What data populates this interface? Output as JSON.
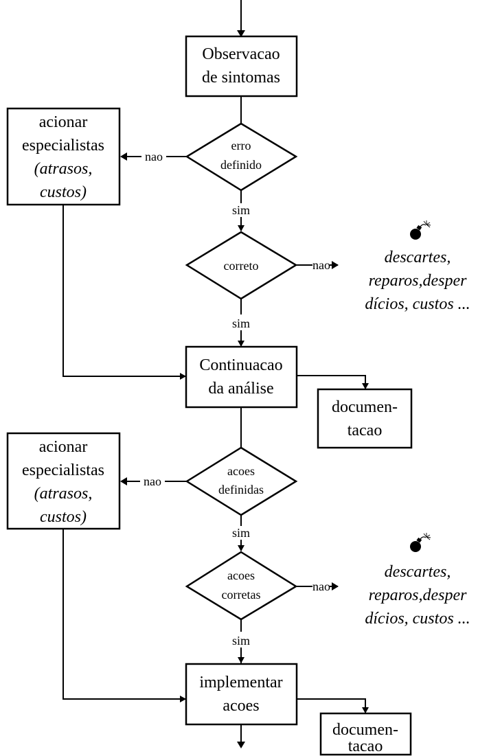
{
  "observacao": {
    "line1": "Observacao",
    "line2": "de sintomas"
  },
  "erro_definido": {
    "line1": "erro",
    "line2": "definido"
  },
  "acionar_1": {
    "line1": "acionar",
    "line2": "especialistas",
    "line3": "(atrasos,",
    "line4": "custos)"
  },
  "correto": {
    "text": "correto"
  },
  "consequence_1": {
    "line1": "descartes,",
    "line2": "reparos,desper",
    "line3": "dícios, custos ..."
  },
  "continuacao": {
    "line1": "Continuacao",
    "line2": "da análise"
  },
  "documentacao_1": {
    "line1": "documen-",
    "line2": "tacao"
  },
  "acoes_definidas": {
    "line1": "acoes",
    "line2": "definidas"
  },
  "acionar_2": {
    "line1": "acionar",
    "line2": "especialistas",
    "line3": "(atrasos,",
    "line4": "custos)"
  },
  "acoes_corretas": {
    "line1": "acoes",
    "line2": "corretas"
  },
  "consequence_2": {
    "line1": "descartes,",
    "line2": "reparos,desper",
    "line3": "dícios, custos ..."
  },
  "implementar": {
    "line1": "implementar",
    "line2": "acoes"
  },
  "documentacao_2": {
    "line1": "documen-",
    "line2": "tacao"
  },
  "labels": {
    "nao": "nao",
    "sim": "sim"
  },
  "icons": {
    "risk": "bomb-icon"
  }
}
